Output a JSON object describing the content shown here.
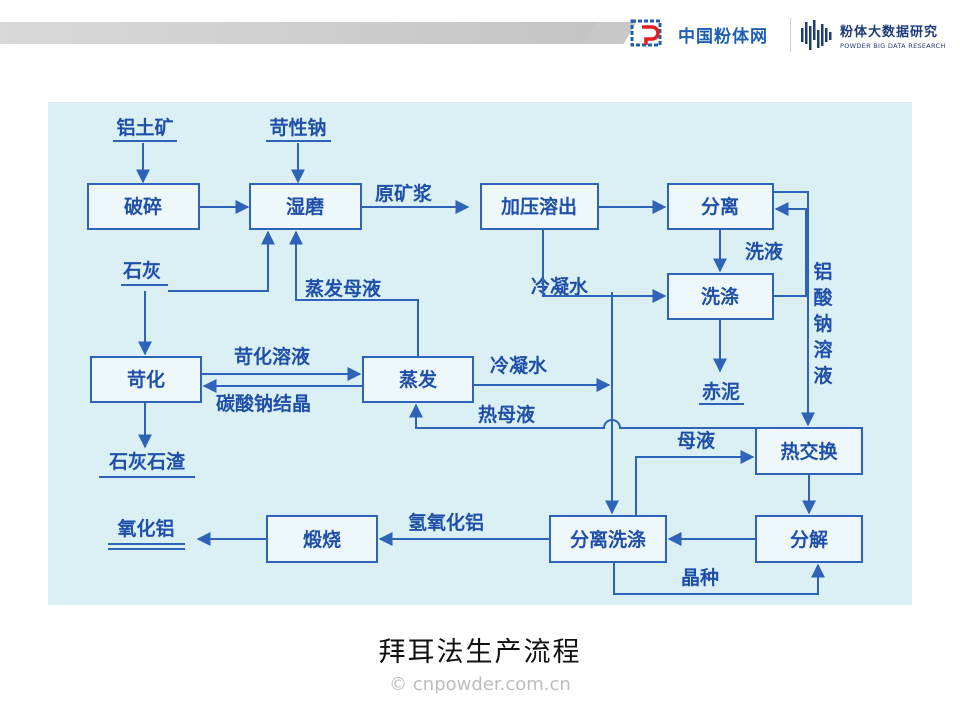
{
  "header": {
    "logo1_text": "中国粉体网",
    "logo2_title": "粉体大数据研究",
    "logo2_subtitle": "POWDER BIG DATA RESEARCH"
  },
  "diagram": {
    "nodes": {
      "bauxite": "铝土矿",
      "caustic_soda": "苛性钠",
      "crushing": "破碎",
      "wet_grinding": "湿磨",
      "pressure_digestion": "加压溶出",
      "separation": "分离",
      "lime": "石灰",
      "washing": "洗涤",
      "causticization": "苛化",
      "evaporation": "蒸发",
      "red_mud": "赤泥",
      "lime_residue": "石灰石渣",
      "heat_exchange": "热交换",
      "alumina": "氧化铝",
      "calcination": "煅烧",
      "separation_washing": "分离洗涤",
      "decomposition": "分解"
    },
    "edge_labels": {
      "raw_slurry": "原矿浆",
      "wash_liquor": "洗液",
      "condensate_water_1": "冷凝水",
      "evaporated_mother_liquor": "蒸发母液",
      "sodium_aluminate_solution": [
        "铝",
        "酸",
        "钠",
        "溶",
        "液"
      ],
      "caustic_solution": "苛化溶液",
      "condensate_water_2": "冷凝水",
      "sodium_carbonate_crystal": "碳酸钠结晶",
      "hot_mother_liquor": "热母液",
      "mother_liquor": "母液",
      "aluminum_hydroxide": "氢氧化铝",
      "seed_crystal": "晶种"
    },
    "colors": {
      "background": "#daf0f5",
      "box_fill": "#eef8fb",
      "stroke": "#2f63b8",
      "text": "#1f4fa8"
    }
  },
  "caption": "拜耳法生产流程",
  "copyright": "© cnpowder.com.cn"
}
